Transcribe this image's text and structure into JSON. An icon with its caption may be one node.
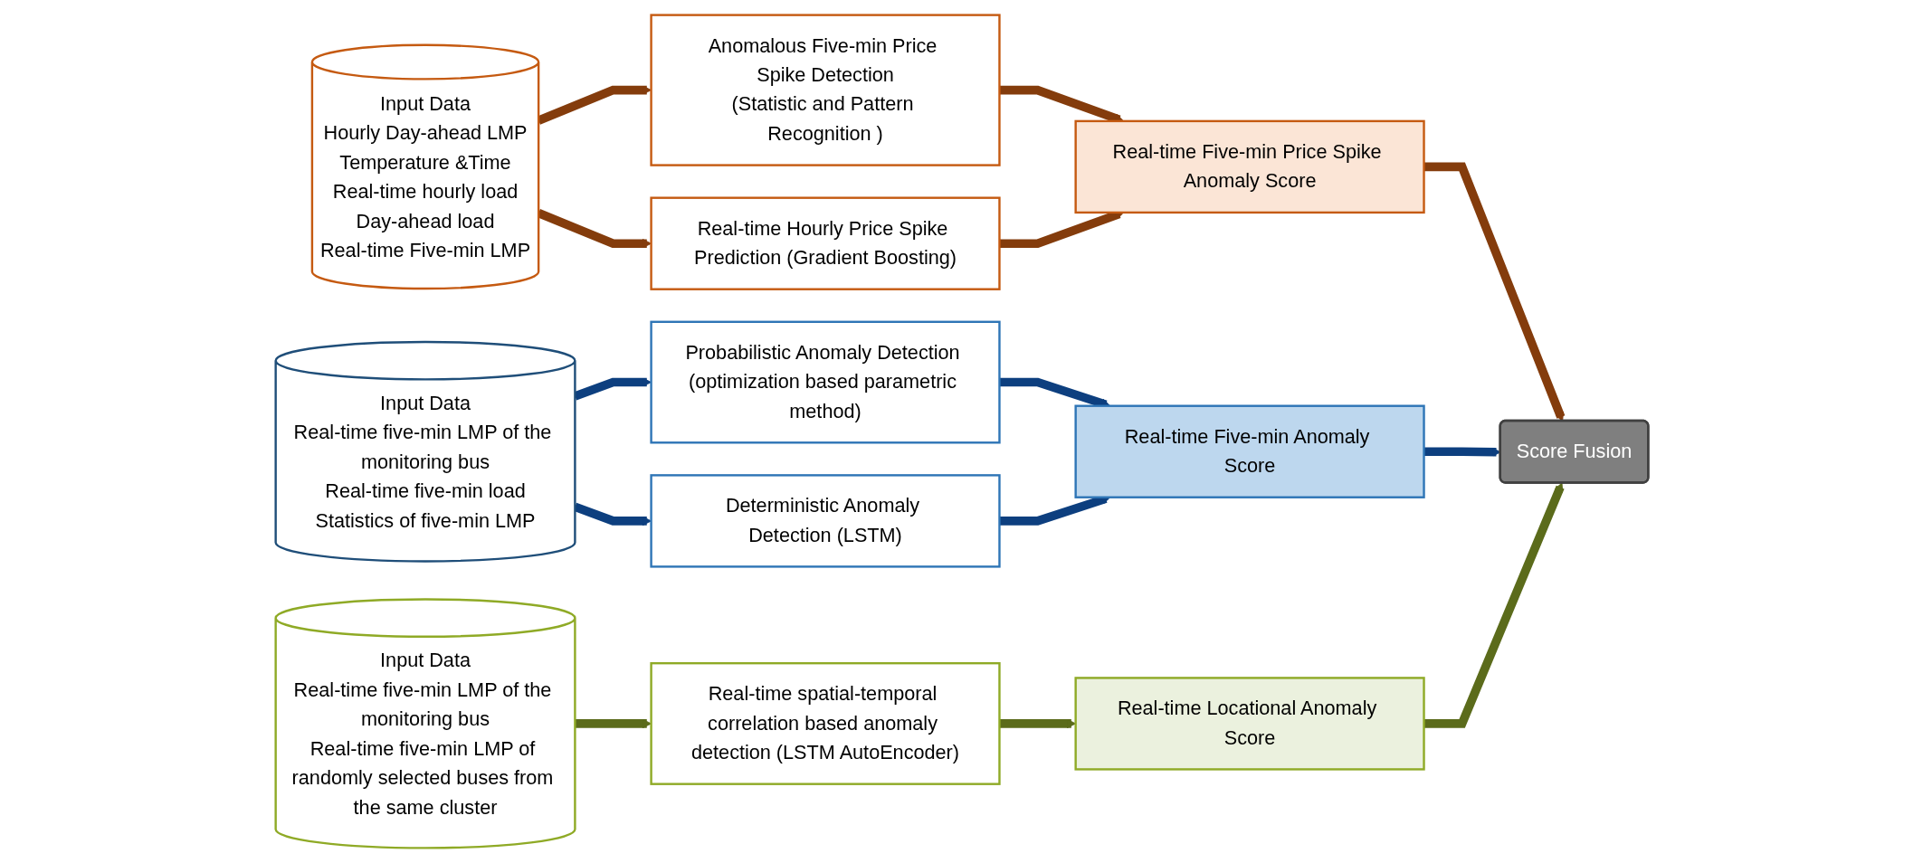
{
  "diagram": {
    "nodes": [
      {
        "text": [
          "Input Data",
          "Hourly Day-ahead LMP",
          "Temperature &Time",
          "Real-time hourly load",
          "Day-ahead load",
          "Real-time Five-min LMP"
        ]
      },
      {
        "text": [
          "Anomalous Five-min Price Spike Detection",
          "(Statistic and Pattern Recognition )"
        ]
      },
      {
        "text": [
          "Real-time Hourly Price Spike Prediction (Gradient Boosting)"
        ]
      },
      {
        "text": [
          "Real-time Five-min Price Spike Anomaly Score"
        ]
      },
      {
        "text": [
          "Input Data",
          "Real-time five-min LMP of the monitoring bus",
          "Real-time five-min load",
          "Statistics of five-min LMP"
        ]
      },
      {
        "text": [
          "Probabilistic Anomaly Detection (optimization based parametric method)"
        ]
      },
      {
        "text": [
          "Deterministic Anomaly Detection (LSTM)"
        ]
      },
      {
        "text": [
          "Real-time Five-min Anomaly Score"
        ]
      },
      {
        "text": [
          "Input Data",
          "Real-time five-min LMP of the monitoring bus",
          "Real-time five-min LMP of randomly selected buses from the same cluster"
        ]
      },
      {
        "text": [
          "Real-time spatial-temporal correlation based anomaly detection (LSTM AutoEncoder)"
        ]
      },
      {
        "text": [
          "Real-time Locational Anomaly Score"
        ]
      },
      {
        "text": [
          "Score Fusion"
        ]
      }
    ],
    "edges": [
      {
        "from": 0,
        "to": 1,
        "arrow": "to",
        "color": "#843c0c"
      },
      {
        "from": 0,
        "to": 2,
        "arrow": "to",
        "color": "#843c0c"
      },
      {
        "from": 1,
        "to": 3,
        "arrow": "to",
        "color": "#843c0c"
      },
      {
        "from": 2,
        "to": 3,
        "arrow": "to",
        "color": "#843c0c"
      },
      {
        "from": 3,
        "to": 11,
        "arrow": "to",
        "color": "#843c0c"
      },
      {
        "from": 4,
        "to": 5,
        "arrow": "to",
        "color": "#0d3f7f"
      },
      {
        "from": 4,
        "to": 6,
        "arrow": "to",
        "color": "#0d3f7f"
      },
      {
        "from": 5,
        "to": 7,
        "arrow": "to",
        "color": "#0d3f7f"
      },
      {
        "from": 6,
        "to": 7,
        "arrow": "to",
        "color": "#0d3f7f"
      },
      {
        "from": 7,
        "to": 11,
        "arrow": "to",
        "color": "#0d3f7f"
      },
      {
        "from": 8,
        "to": 9,
        "arrow": "to",
        "color": "#5b6b1b"
      },
      {
        "from": 9,
        "to": 10,
        "arrow": "to",
        "color": "#5b6b1b"
      },
      {
        "from": 10,
        "to": 11,
        "arrow": "to",
        "color": "#5b6b1b"
      }
    ]
  }
}
